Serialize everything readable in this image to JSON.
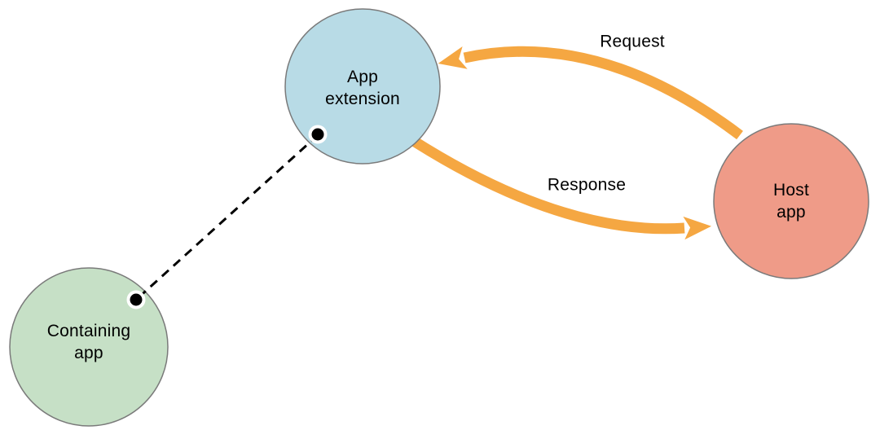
{
  "nodes": {
    "app_extension": {
      "label": "App extension",
      "fill": "#B8DBE6"
    },
    "containing_app": {
      "label": "Containing app",
      "fill": "#C6E0C6"
    },
    "host_app": {
      "label": "Host app",
      "fill": "#EF9B88"
    }
  },
  "arrows": {
    "request": {
      "label": "Request"
    },
    "response": {
      "label": "Response"
    },
    "color": "#F5A742"
  },
  "connector": {
    "style": "dashed",
    "color": "#000000",
    "endpoint_dot_color": "#000000",
    "endpoint_ring_color": "#FFFFFF"
  },
  "colors": {
    "node_border": "#7A7A7A",
    "text": "#000000",
    "background": "#FFFFFF"
  }
}
